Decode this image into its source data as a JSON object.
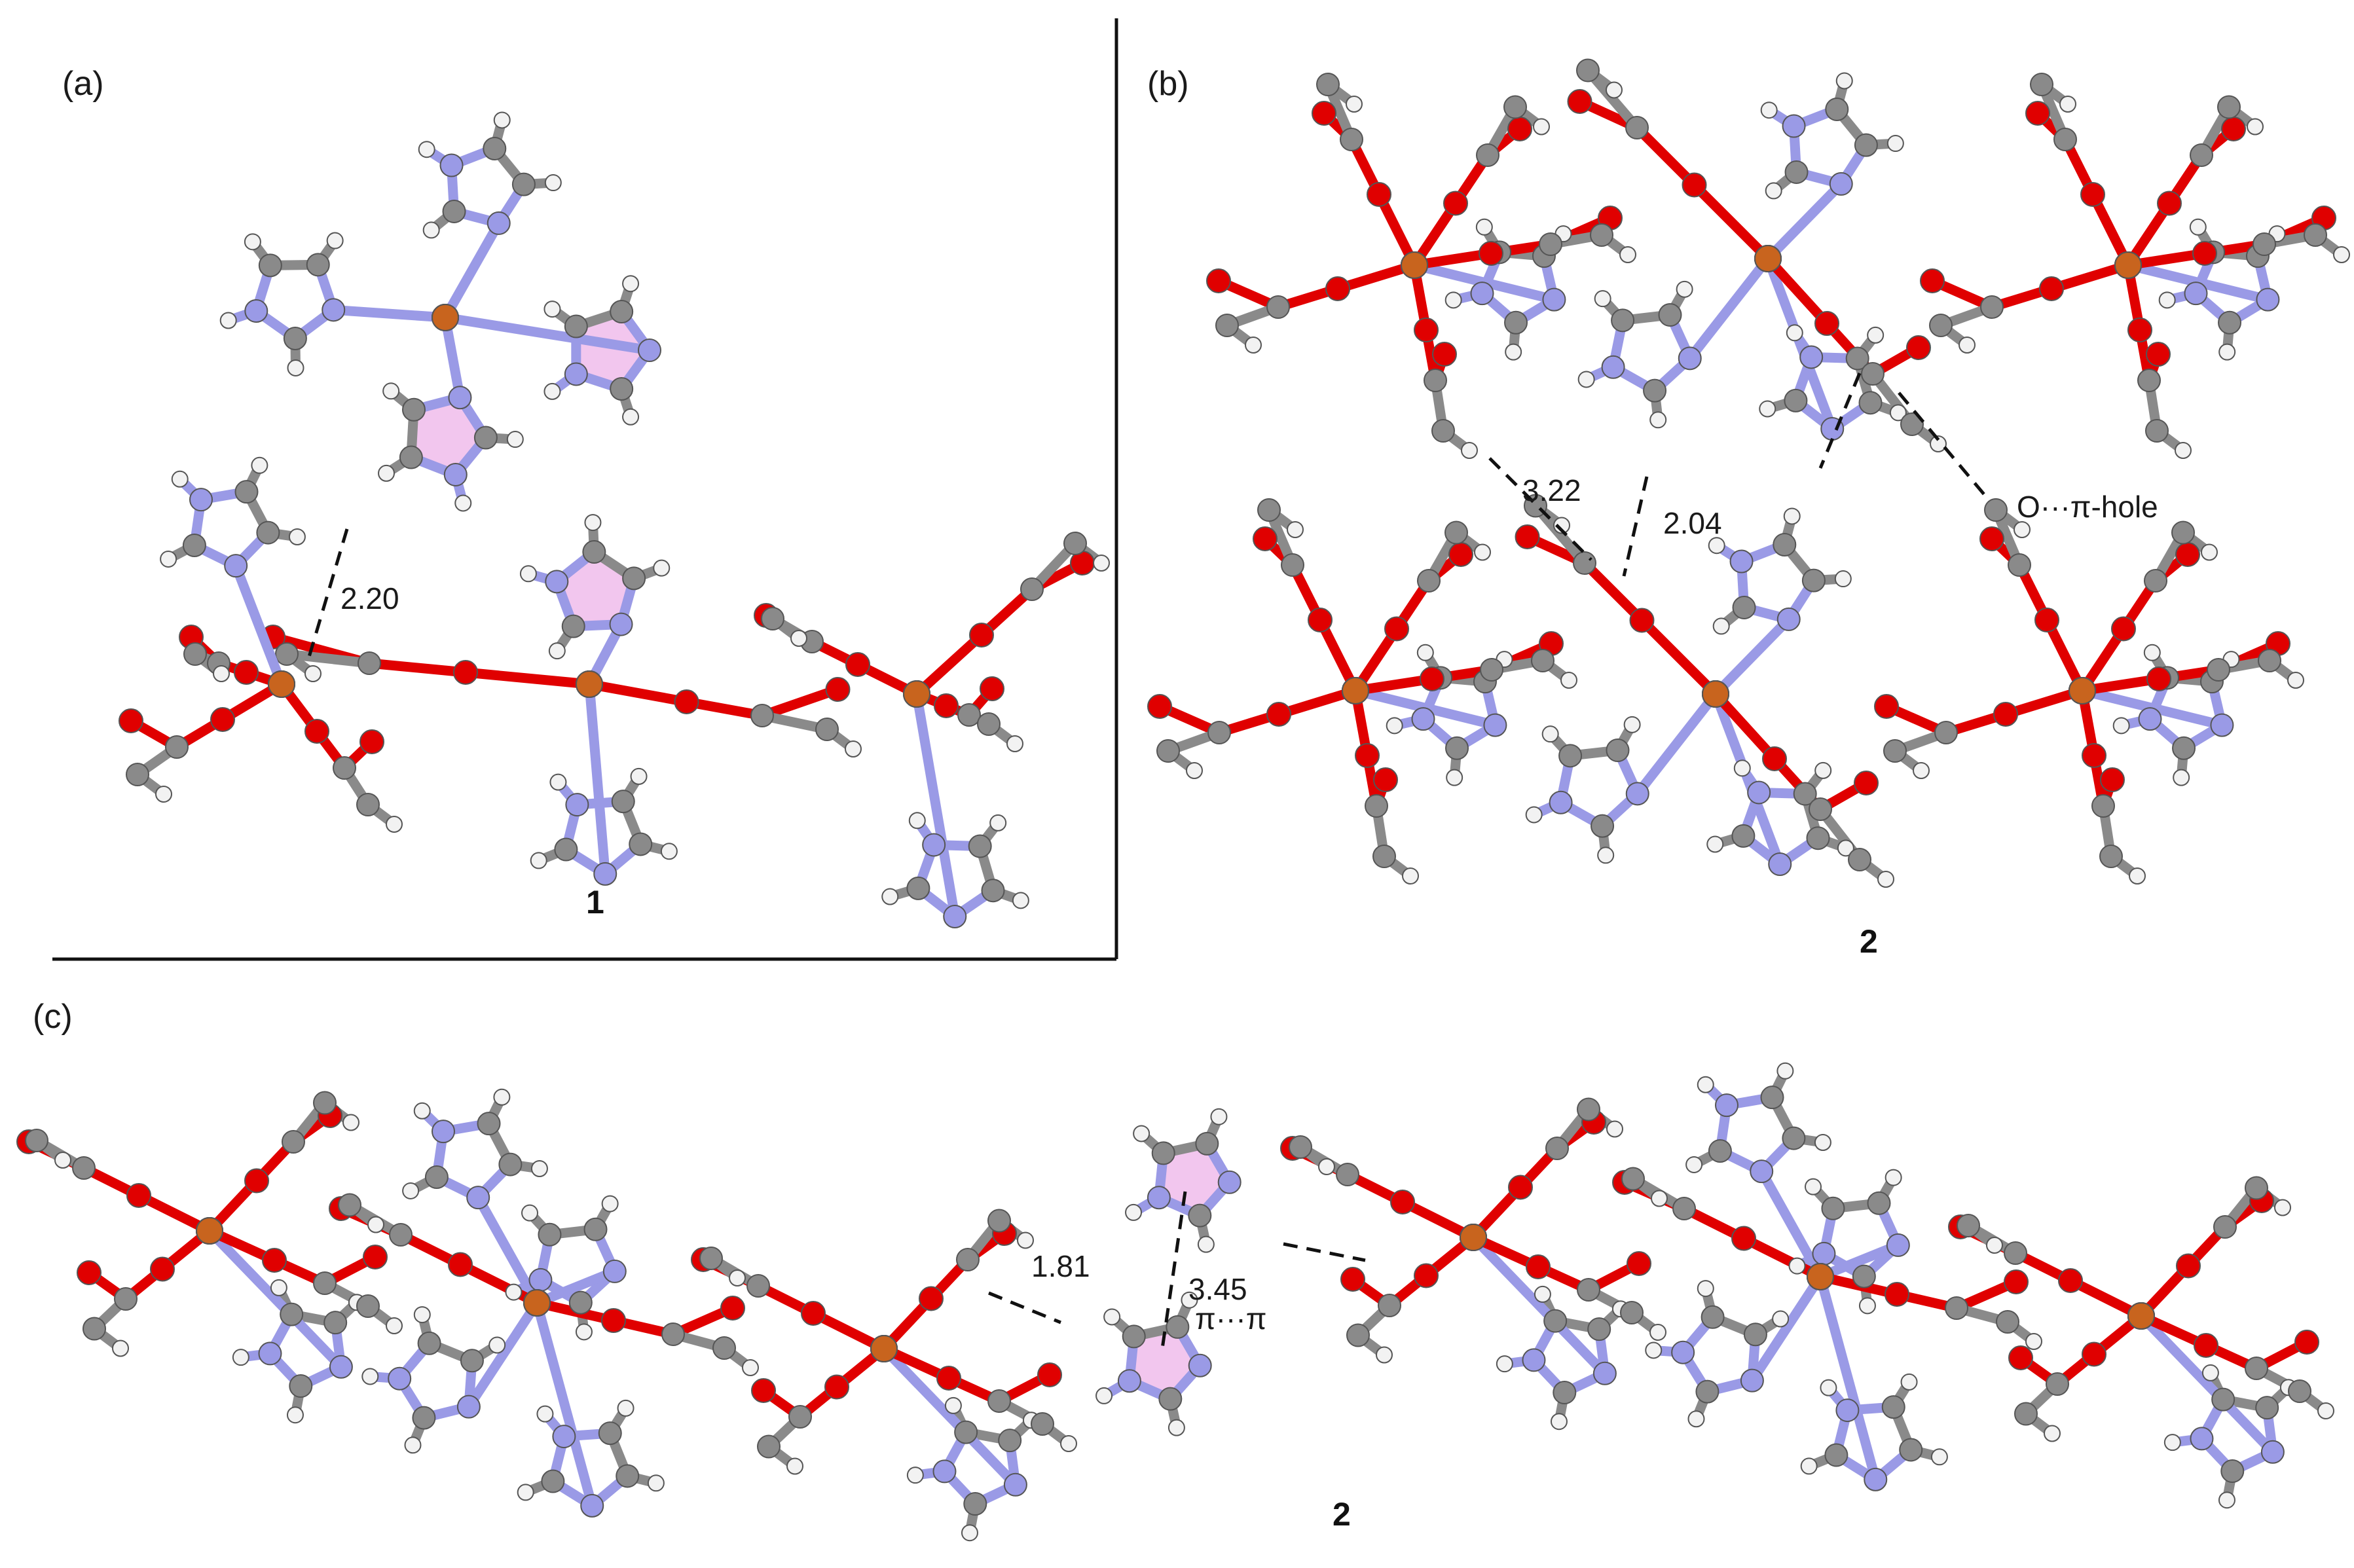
{
  "panels": [
    {
      "id": "a",
      "label": "(a)",
      "compound": "1"
    },
    {
      "id": "b",
      "label": "(b)",
      "compound": "2"
    },
    {
      "id": "c",
      "label": "(c)",
      "compound": "2"
    }
  ],
  "contacts": {
    "a_hbond": "2.20",
    "b_left": "3.22",
    "b_mid": "2.04",
    "b_hole": "O···π-hole",
    "c_hbond": "1.81",
    "c_stack": "3.45",
    "c_stack_type": "π···π"
  },
  "atom_colors": {
    "C": "#8a8a8a",
    "O": "#e00000",
    "N": "#9a9ae6",
    "H": "#f2f2f2",
    "Cu": "#c8641e",
    "ring_fill": "#f2c6ee"
  }
}
